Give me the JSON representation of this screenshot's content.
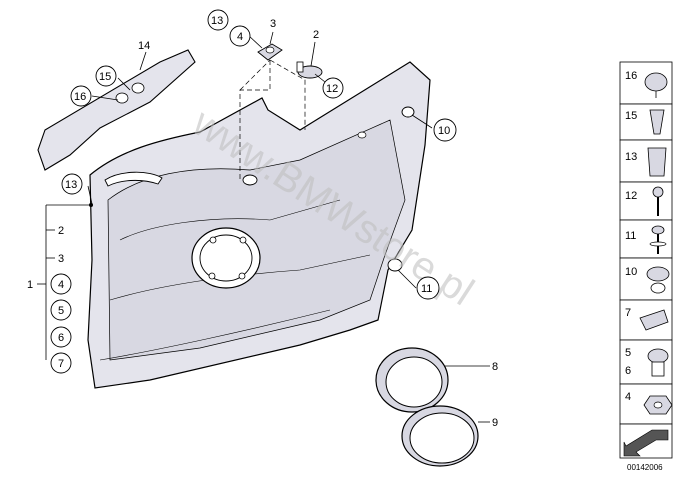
{
  "watermark": "www.BMWstore.pl",
  "reference_number": "00142006",
  "callouts": {
    "c1": "1",
    "c2a": "2",
    "c2b": "2",
    "c3a": "3",
    "c3b": "3",
    "c4a": "4",
    "c4b": "4",
    "c5": "5",
    "c6": "6",
    "c7": "7",
    "c8": "8",
    "c9": "9",
    "c10": "10",
    "c11": "11",
    "c12": "12",
    "c13a": "13",
    "c13b": "13",
    "c14": "14",
    "c15": "15",
    "c16": "16"
  },
  "legend": {
    "r16": "16",
    "r15": "15",
    "r13": "13",
    "r12": "12",
    "r11": "11",
    "r10": "10",
    "r7": "7",
    "r5": "5",
    "r6": "6",
    "r4": "4"
  },
  "colors": {
    "panel_fill": "#e4e4ec",
    "panel_shade": "#cfcfd9",
    "line": "#000000",
    "watermark": "#bdbdbd"
  }
}
